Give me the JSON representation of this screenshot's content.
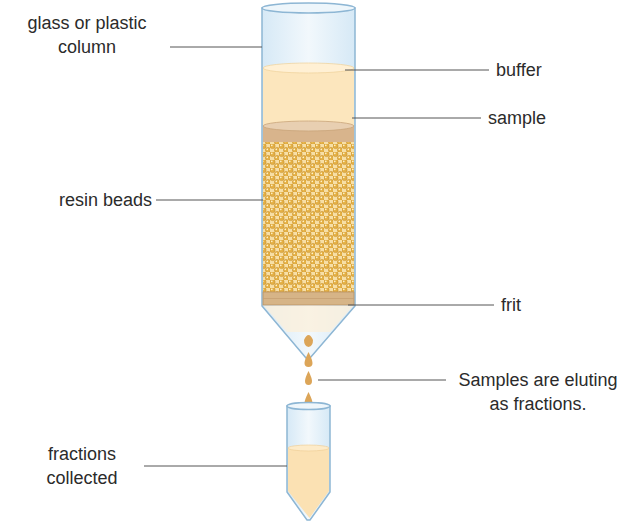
{
  "diagram": {
    "labels": [
      "glass or plastic column",
      "buffer",
      "sample",
      "resin beads",
      "frit",
      "Samples are eluting as fractions.",
      "fractions collected"
    ]
  }
}
